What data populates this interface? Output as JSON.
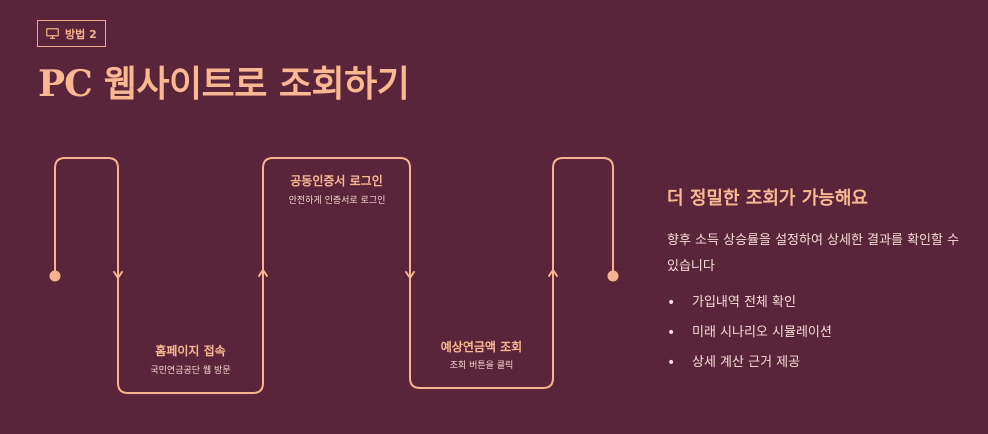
{
  "badge": {
    "icon": "monitor-icon",
    "label": "방법 2"
  },
  "title": {
    "prefix": "PC",
    "rest": " 웹사이트로 조회하기"
  },
  "colors": {
    "background": "#5a243a",
    "accent": "#f6b38f",
    "text_light": "#f4ddd5"
  },
  "steps": [
    {
      "title": "홈페이지 접속",
      "desc": "국민연금공단 웹 방문"
    },
    {
      "title": "공동인증서 로그인",
      "desc": "안전하게 인증서로 로그인"
    },
    {
      "title": "예상연금액 조회",
      "desc": "조회 버튼을 클릭"
    }
  ],
  "detail": {
    "title": "더 정밀한 조회가 가능해요",
    "description": "향후 소득 상승률을 설정하여 상세한 결과를 확인할 수 있습니다",
    "bullet_char": "•",
    "items": [
      "가입내역 전체 확인",
      "미래 시나리오 시뮬레이션",
      "상세 계산 근거 제공"
    ]
  }
}
